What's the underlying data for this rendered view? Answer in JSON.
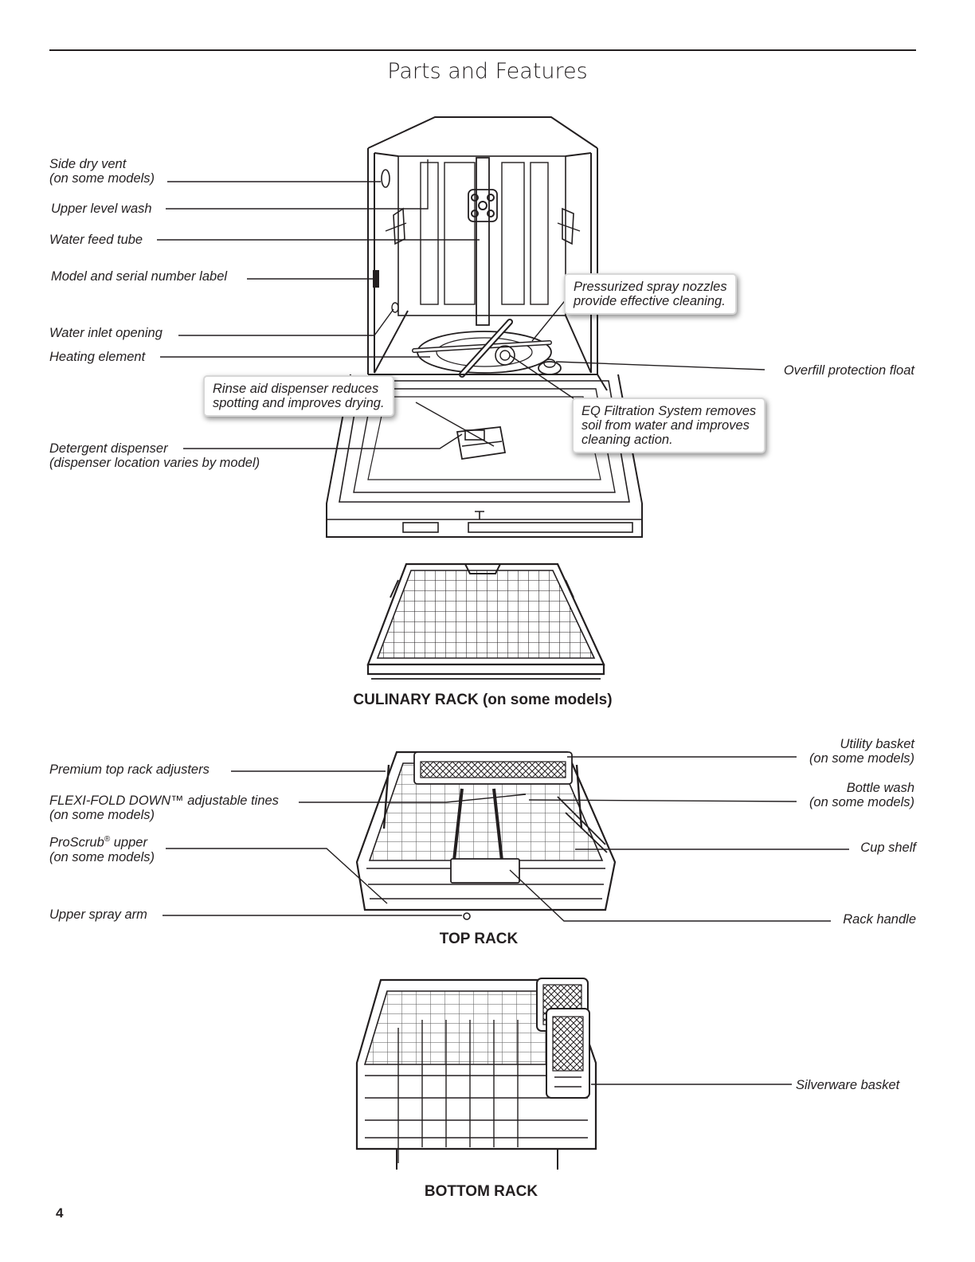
{
  "page": {
    "title": "Parts and Features",
    "page_number": "4"
  },
  "dishwasher_labels": {
    "side_dry_vent": "Side dry vent\n(on some models)",
    "upper_level_wash": "Upper level wash",
    "water_feed_tube": "Water feed tube",
    "model_serial_label": "Model and serial number label",
    "water_inlet_opening": "Water inlet opening",
    "heating_element": "Heating element",
    "detergent_dispenser": "Detergent dispenser\n(dispenser location varies by model)",
    "overfill_protection_float": "Overfill protection float"
  },
  "callouts": {
    "spray_nozzles": "Pressurized spray nozzles\nprovide effective cleaning.",
    "rinse_aid": "Rinse aid dispenser reduces\nspotting and improves drying.",
    "eq_filtration": "EQ Filtration System removes\nsoil from water and improves\ncleaning action."
  },
  "culinary_rack": {
    "caption": "CULINARY RACK (on some models)"
  },
  "top_rack": {
    "caption": "TOP RACK",
    "premium_adjusters": "Premium top rack adjusters",
    "flexi_fold_part1": "FLEXI-FOLD DOWN™ adjustable tines",
    "flexi_fold_part2": "(on some models)",
    "proscrub_name": "ProScrub",
    "proscrub_mark": "®",
    "proscrub_rest": " upper",
    "proscrub_line2": "(on some models)",
    "upper_spray_arm": "Upper spray arm",
    "utility_basket": "Utility basket\n(on some models)",
    "bottle_wash": "Bottle wash\n(on some models)",
    "cup_shelf": "Cup shelf",
    "rack_handle": "Rack handle"
  },
  "bottom_rack": {
    "caption": "BOTTOM RACK",
    "silverware_basket": "Silverware basket"
  }
}
